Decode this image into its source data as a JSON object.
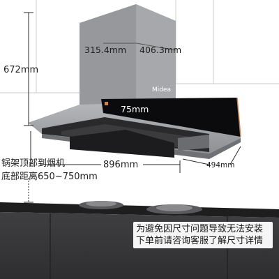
{
  "product": {
    "brand_logo_text": "Midea"
  },
  "dimensions": {
    "cabinet_height": "672mm",
    "chimney_depth": "315.4mm",
    "chimney_width": "406.3mm",
    "glass_panel_height": "75mm",
    "body_width": "896mm",
    "body_depth": "494mm"
  },
  "captions": {
    "install_height_line1": "锅架顶部到烟机",
    "install_height_line2": "底部距离650~750mm"
  },
  "notice": {
    "line1": "为避免因尺寸问题导致无法安装",
    "line2": "下单前请咨询客服了解尺寸详情"
  },
  "colors": {
    "wall": "#ffffff",
    "steel": "#9a9c9f",
    "glass_panel": "#0b0b0d",
    "cabinet": "#3a3a3c",
    "countertop": "#1e1e1f",
    "accent_trim": "#c8865a"
  }
}
